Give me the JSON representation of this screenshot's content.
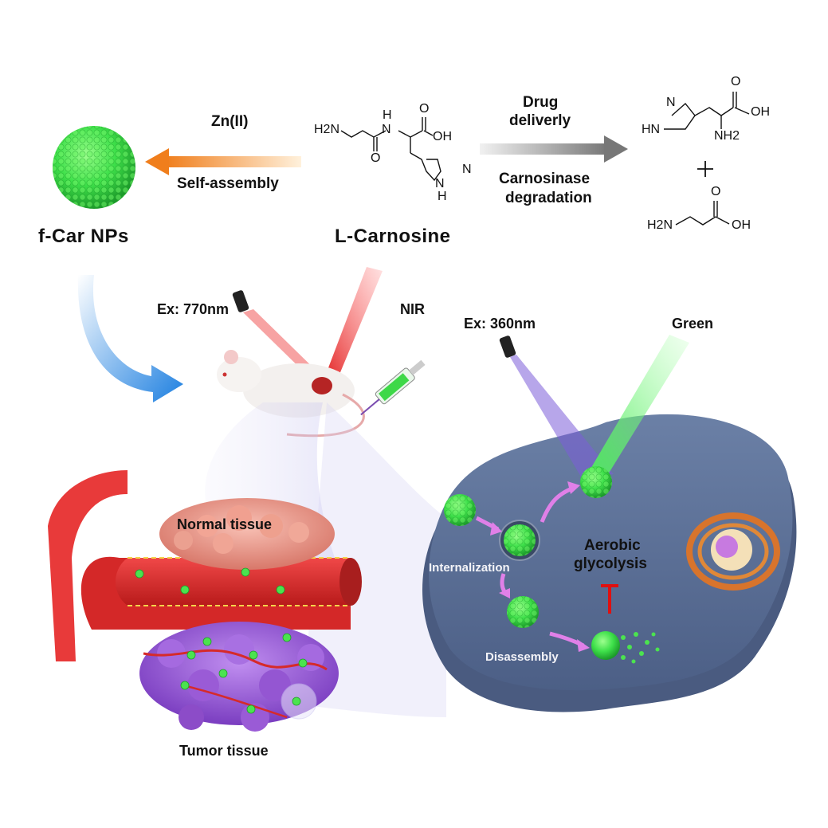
{
  "top_row": {
    "nanoparticle_label": "f-Car NPs",
    "molecule_label": "L-Carnosine",
    "left_arrow": {
      "top_label": "Zn(II)",
      "bottom_label": "Self-assembly",
      "color": "#f08a2c"
    },
    "right_arrow": {
      "top_label_line1": "Drug",
      "top_label_line2": "deliverly",
      "bottom_label_line1": "Carnosinase",
      "bottom_label_line2": "degradation",
      "color": "#8a8a8a"
    },
    "products": {
      "plus": "+",
      "histidine_atoms": [
        "N",
        "HN",
        "O",
        "OH",
        "NH2"
      ],
      "beta_alanine_atoms": [
        "H2N",
        "O",
        "OH"
      ]
    },
    "carnosine_atoms": [
      "H2N",
      "H",
      "N",
      "O",
      "OH",
      "O",
      "N",
      "N",
      "H"
    ]
  },
  "middle_row": {
    "nir_excitation": "Ex: 770nm",
    "nir_emission": "NIR",
    "uv_excitation": "Ex: 360nm",
    "green_emission": "Green"
  },
  "bottom_row": {
    "normal_tissue": "Normal tissue",
    "tumor_tissue": "Tumor tissue",
    "internalization": "Internalization",
    "disassembly": "Disassembly",
    "aerobic_line1": "Aerobic",
    "aerobic_line2": "glycolysis"
  },
  "colors": {
    "np_green": "#3ee04a",
    "vessel_red": "#e02b2b",
    "tumor_purple": "#9a5bd6",
    "normal_pink": "#e89a8c",
    "cell_blue": "#5a6f96",
    "inhibit_red": "#e01010",
    "arrow_pink": "#e080e8",
    "curved_arrow_blue": "#2f8de0"
  }
}
